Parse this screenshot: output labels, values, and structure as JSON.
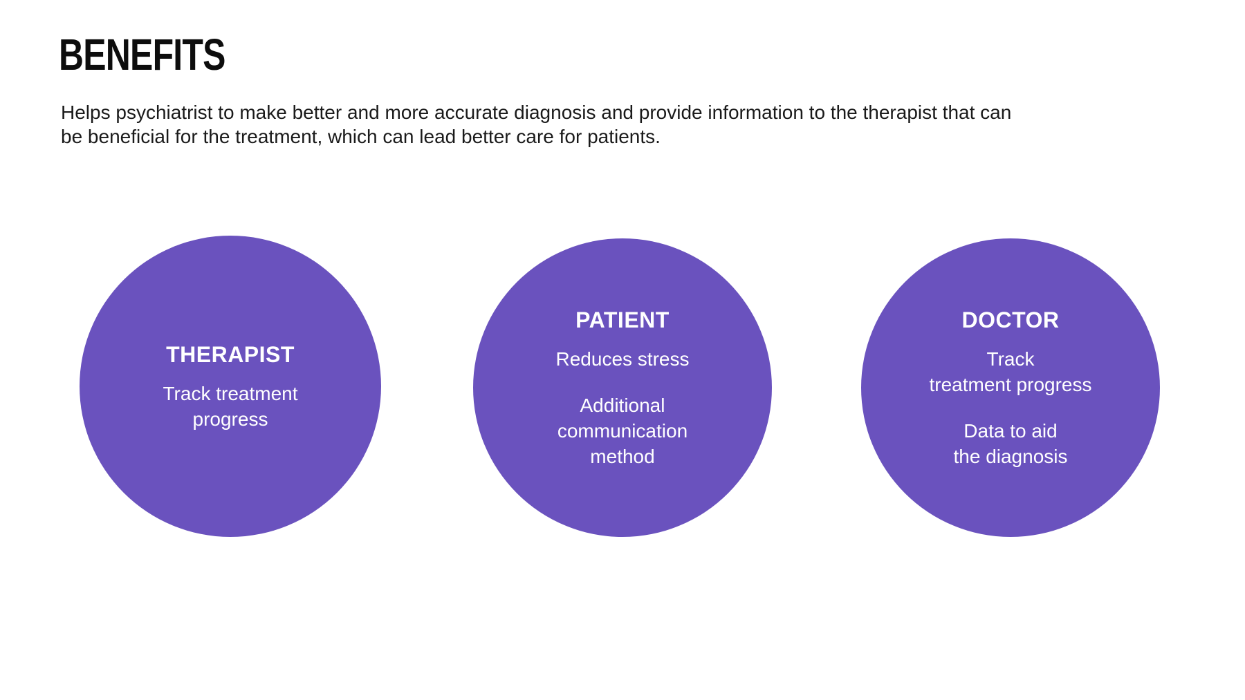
{
  "theme": {
    "background": "#ffffff",
    "circle_color": "#6A52BE",
    "title_color": "#0d0d0d",
    "body_text_color": "#1a1a1a",
    "circle_text_color": "#ffffff"
  },
  "header": {
    "title": "BENEFITS",
    "description": "Helps psychiatrist to make better and more accurate diagnosis and provide information to the therapist that can\nbe beneficial for the treatment, which can lead better care for patients."
  },
  "circles": [
    {
      "heading": "THERAPIST",
      "items": [
        "Track treatment\nprogress"
      ]
    },
    {
      "heading": "PATIENT",
      "items": [
        "Reduces stress",
        "Additional\ncommunication\nmethod"
      ]
    },
    {
      "heading": "DOCTOR",
      "items": [
        "Track\ntreatment progress",
        "Data to aid\nthe diagnosis"
      ]
    }
  ]
}
